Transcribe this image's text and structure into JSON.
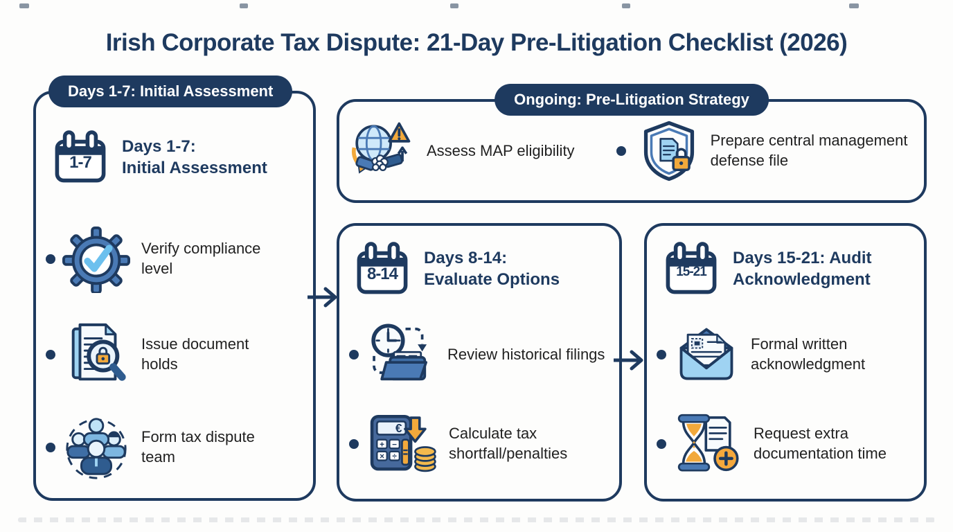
{
  "title": "Irish Corporate Tax Dispute: 21-Day Pre-Litigation Checklist (2026)",
  "colors": {
    "navy": "#1e3a5f",
    "steel_blue": "#4a7ab5",
    "mid_blue": "#3f6ea5",
    "light_blue": "#9fd3f2",
    "pale_blue": "#cfe9fa",
    "check_blue": "#6cc0ee",
    "orange": "#f2a93b",
    "coin_gold": "#f3b94d",
    "item_text": "#212121",
    "background": "#fdfdfc"
  },
  "phase1": {
    "pill": "Days 1-7: Initial Assessment",
    "calendar": "1-7",
    "heading_line1": "Days 1-7:",
    "heading_line2": "Initial Assessment",
    "items": [
      {
        "icon": "gear-check-icon",
        "text": "Verify compliance level"
      },
      {
        "icon": "document-hold-icon",
        "text": "Issue document holds"
      },
      {
        "icon": "team-icon",
        "text": "Form tax dispute team"
      }
    ]
  },
  "ongoing": {
    "pill": "Ongoing: Pre-Litigation Strategy",
    "items": [
      {
        "icon": "globe-handshake-icon",
        "text": "Assess MAP eligibility"
      },
      {
        "icon": "shield-document-icon",
        "text": "Prepare central management defense file"
      }
    ]
  },
  "phase2": {
    "pill": "",
    "calendar": "8-14",
    "heading_line1": "Days 8-14:",
    "heading_line2": "Evaluate Options",
    "items": [
      {
        "icon": "clock-folder-icon",
        "text": "Review historical filings"
      },
      {
        "icon": "calculator-coins-icon",
        "text": "Calculate tax shortfall/penalties"
      }
    ]
  },
  "phase3": {
    "pill": "",
    "calendar": "15-21",
    "heading_line1": "Days 15-21: Audit",
    "heading_line2": "Acknowledgment",
    "items": [
      {
        "icon": "envelope-letter-icon",
        "text": "Formal written acknowledgment"
      },
      {
        "icon": "hourglass-plus-icon",
        "text": "Request extra documentation time"
      }
    ]
  }
}
